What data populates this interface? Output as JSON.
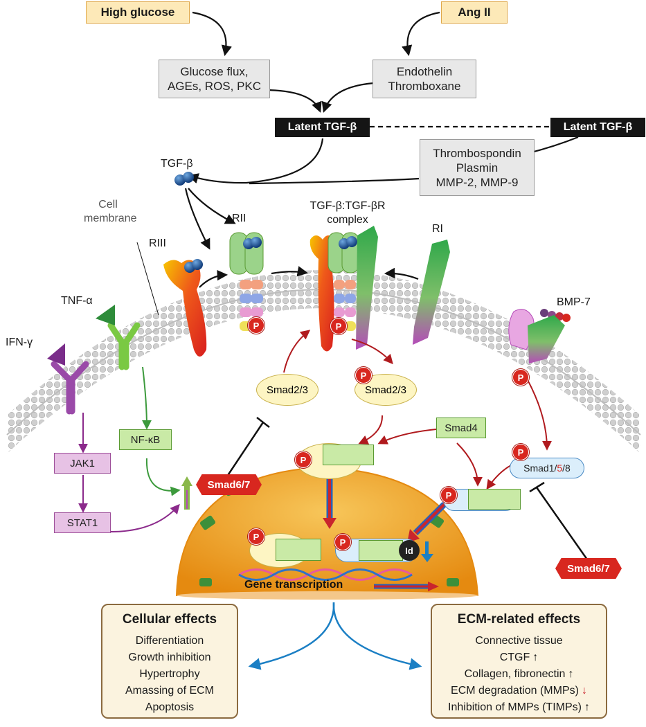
{
  "stimuli": {
    "high_glucose": "High glucose",
    "ang_ii": "Ang II"
  },
  "mediators_left": [
    "Glucose flux,",
    "AGEs, ROS, PKC"
  ],
  "mediators_right": [
    "Endothelin",
    "Thromboxane"
  ],
  "latent_tgf": "Latent TGF-β",
  "activators": [
    "Thrombospondin",
    "Plasmin",
    "MMP-2, MMP-9"
  ],
  "tgf_beta": "TGF-β",
  "cell_membrane": [
    "Cell",
    "membrane"
  ],
  "receptors": {
    "riii": "RIII",
    "rii": "RII",
    "ri": "RI",
    "complex": [
      "TGF-β:TGF-βR",
      "complex"
    ]
  },
  "bmp7": "BMP-7",
  "cytokines": {
    "tnf": "TNF-α",
    "ifn": "IFN-γ"
  },
  "signaling": {
    "jak1": "JAK1",
    "stat1": "STAT1",
    "nfkb": "NF-κB"
  },
  "smads": {
    "smad23": "Smad2/3",
    "smad4": "Smad4",
    "smad67": "Smad6/7",
    "smad158_parts": [
      "Smad1/",
      "5",
      "/8"
    ]
  },
  "p": "P",
  "id": "Id",
  "gene_transcription": "Gene transcription",
  "cellular_effects": {
    "title": "Cellular effects",
    "items": [
      "Differentiation",
      "Growth inhibition",
      "Hypertrophy",
      "Amassing of ECM",
      "Apoptosis"
    ]
  },
  "ecm_effects": {
    "title": "ECM-related effects",
    "items": [
      {
        "text": "Connective tissue",
        "arrow": ""
      },
      {
        "text": "CTGF",
        "arrow": "up"
      },
      {
        "text": "Collagen, fibronectin",
        "arrow": "up"
      },
      {
        "text": "ECM degradation (MMPs)",
        "arrow": "down"
      },
      {
        "text": "Inhibition of MMPs (TIMPs)",
        "arrow": "up"
      }
    ]
  },
  "colors": {
    "receptor_red": "#e8421f",
    "receptor_green": "#3fa63c",
    "receptor_magenta": "#b44bb8",
    "arrow_red": "#b01a1e",
    "arrow_purple": "#8b2a8b",
    "arrow_green": "#3c9a3c",
    "arrow_blue": "#1b7fc4",
    "nucleus": "#f2a21d"
  }
}
